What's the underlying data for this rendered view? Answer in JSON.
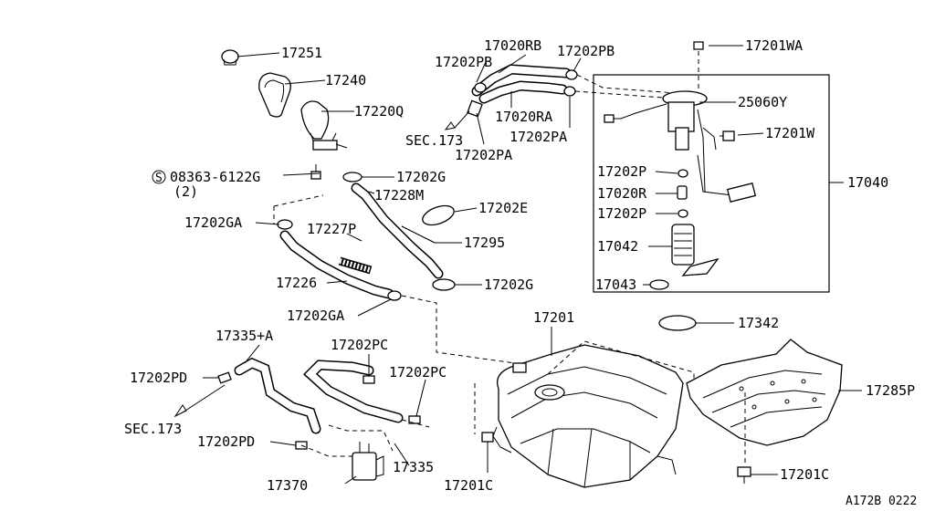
{
  "diagram": {
    "labels": {
      "p17251": "17251",
      "p17240": "17240",
      "p17220Q": "17220Q",
      "p08363": "08363-6122G",
      "p08363_qty": "(2)",
      "p17202G_a": "17202G",
      "p17228M": "17228M",
      "p17202E": "17202E",
      "p17202GA_a": "17202GA",
      "p17227P": "17227P",
      "p17295": "17295",
      "p17226": "17226",
      "p17202G_b": "17202G",
      "p17202GA_b": "17202GA",
      "p17020RB": "17020RB",
      "p17202PB_a": "17202PB",
      "p17202PB_b": "17202PB",
      "p17020RA": "17020RA",
      "sec173_a": "SEC.173",
      "p17202PA_a": "17202PA",
      "p17202PA_b": "17202PA",
      "p17201WA": "17201WA",
      "p25060Y": "25060Y",
      "p17201W": "17201W",
      "p17202P_a": "17202P",
      "p17020R": "17020R",
      "p17202P_b": "17202P",
      "p17042": "17042",
      "p17043": "17043",
      "p17040": "17040",
      "p17342": "17342",
      "p17201": "17201",
      "p17285P": "17285P",
      "p17335A": "17335+A",
      "p17202PC_a": "17202PC",
      "p17202PD_a": "17202PD",
      "p17202PC_b": "17202PC",
      "sec173_b": "SEC.173",
      "p17202PD_b": "17202PD",
      "p17335": "17335",
      "p17201C_a": "17201C",
      "p17370": "17370",
      "p17201C_b": "17201C"
    },
    "caption": "A172B 0222",
    "s_symbol": "S"
  }
}
